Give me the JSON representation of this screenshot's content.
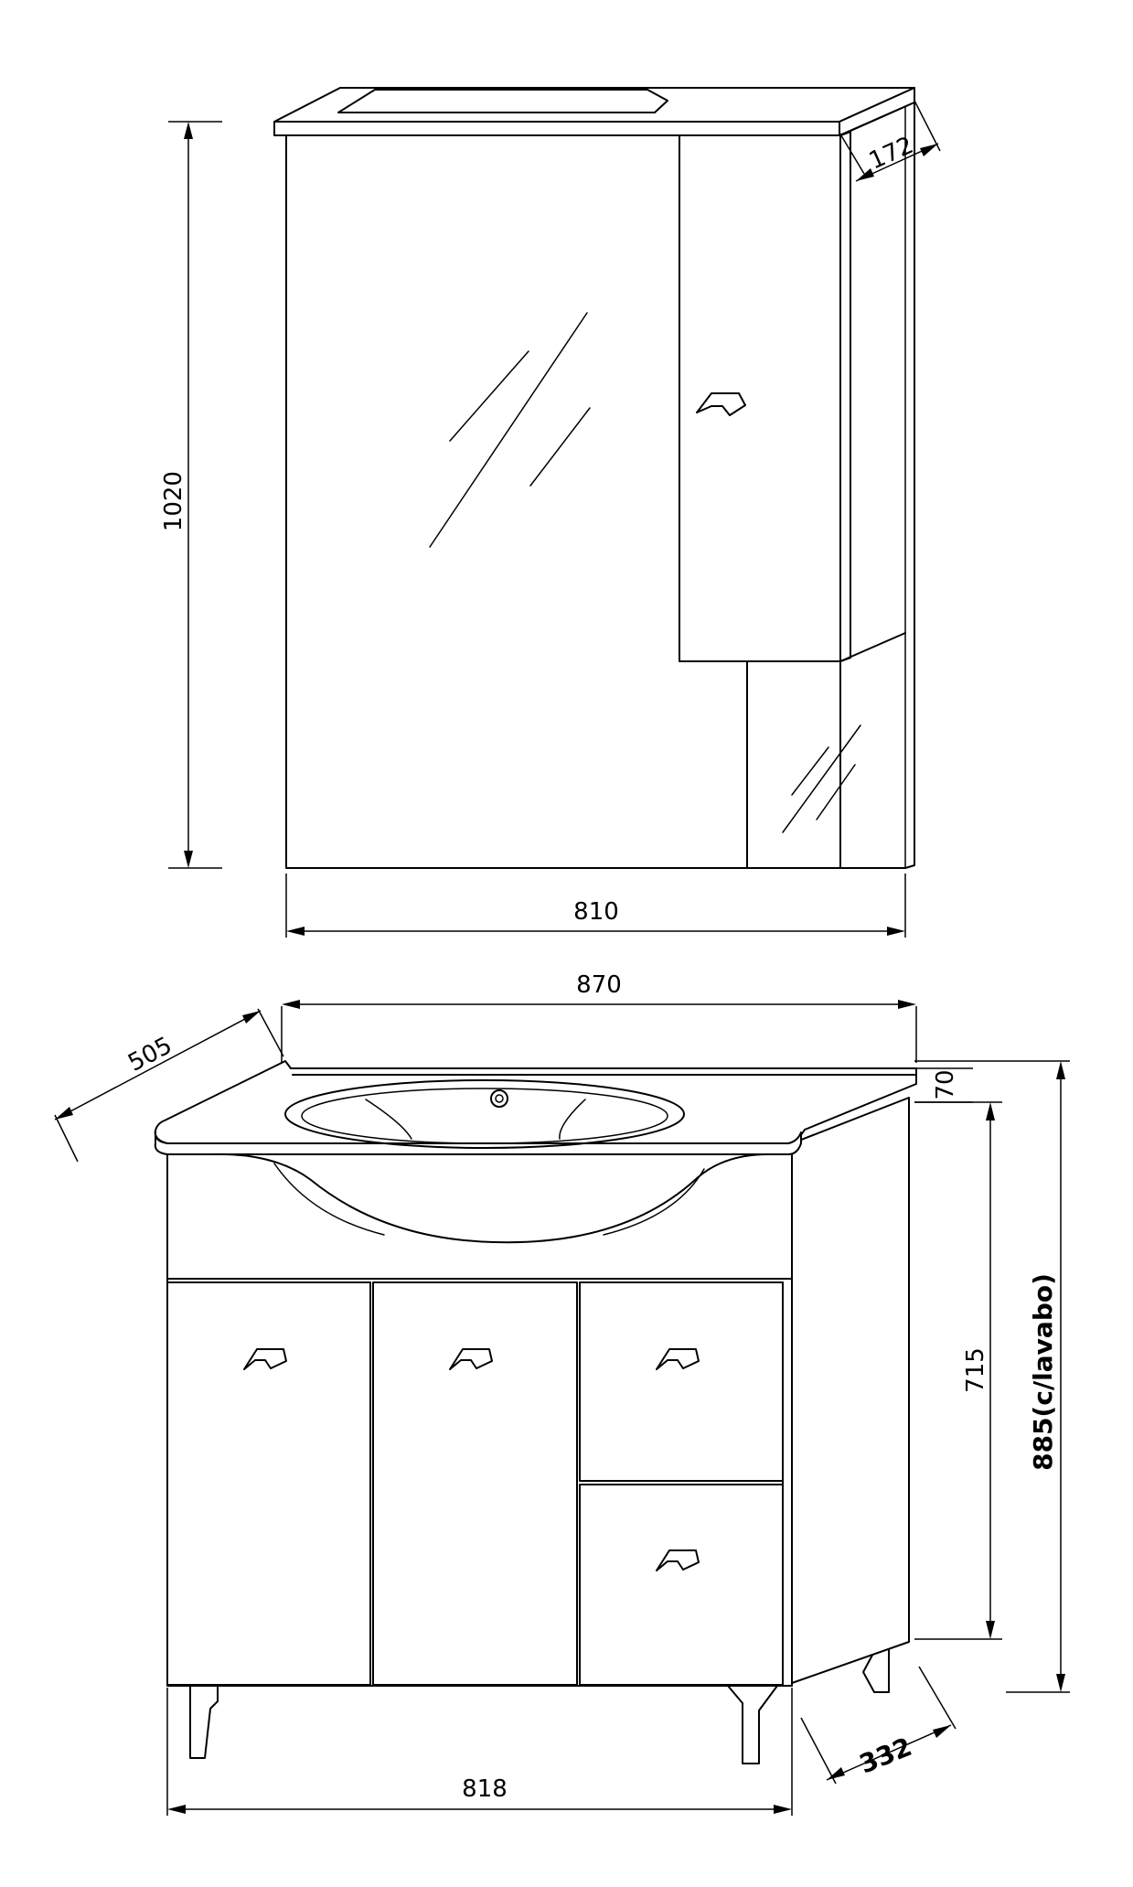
{
  "dimensions": {
    "cabinet_height": "1020",
    "cabinet_depth": "172",
    "cabinet_width": "810",
    "top_width": "870",
    "top_depth": "505",
    "top_thickness": "70",
    "base_height": "715",
    "total_height": "885(c/lavabo)",
    "base_width": "818",
    "base_depth": "332"
  }
}
